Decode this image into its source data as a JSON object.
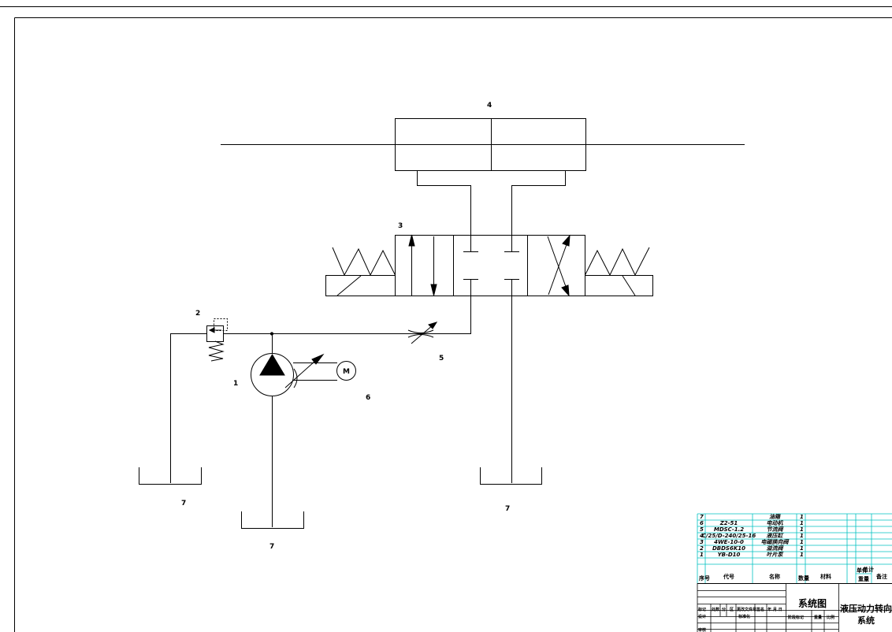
{
  "labels": {
    "pump": "1",
    "relief_valve": "2",
    "directional_valve": "3",
    "cylinder": "4",
    "throttle_valve": "5",
    "motor": "6",
    "tank_left": "7",
    "tank_center": "7",
    "tank_right": "7",
    "motor_symbol": "M"
  },
  "bom": {
    "rows": [
      {
        "no": "7",
        "code": "",
        "name": "油箱",
        "qty": "1"
      },
      {
        "no": "6",
        "code": "Z2-51",
        "name": "电动机",
        "qty": "1"
      },
      {
        "no": "5",
        "code": "MDSC-1.2",
        "name": "节流阀",
        "qty": "1"
      },
      {
        "no": "4",
        "code": "C/25/D-240/25-16",
        "name": "液压缸",
        "qty": "1"
      },
      {
        "no": "3",
        "code": "4WE-10-0",
        "name": "电磁换向阀",
        "qty": "1"
      },
      {
        "no": "2",
        "code": "DBDS6K10",
        "name": "溢流阀",
        "qty": "1"
      },
      {
        "no": "1",
        "code": "YB-D10",
        "name": "叶片泵",
        "qty": "1"
      }
    ],
    "header": {
      "no": "序号",
      "code": "代号",
      "name": "名称",
      "qty": "数量",
      "material": "材料",
      "unit_weight": "单件",
      "total_weight": "总计",
      "weight": "重量",
      "remark": "备注"
    }
  },
  "title_block": {
    "drawing_name": "系统图",
    "project_title_line1": "液压动力转向",
    "project_title_line2": "系统",
    "sign_row": [
      "标记",
      "处数",
      "分",
      "区",
      "更改文件号",
      "签名",
      "年.月.日"
    ],
    "design": "设计",
    "standardize": "标准化",
    "stage_mark": "阶段标记",
    "weight_label": "重量",
    "scale_label": "比例",
    "review": "审核"
  }
}
